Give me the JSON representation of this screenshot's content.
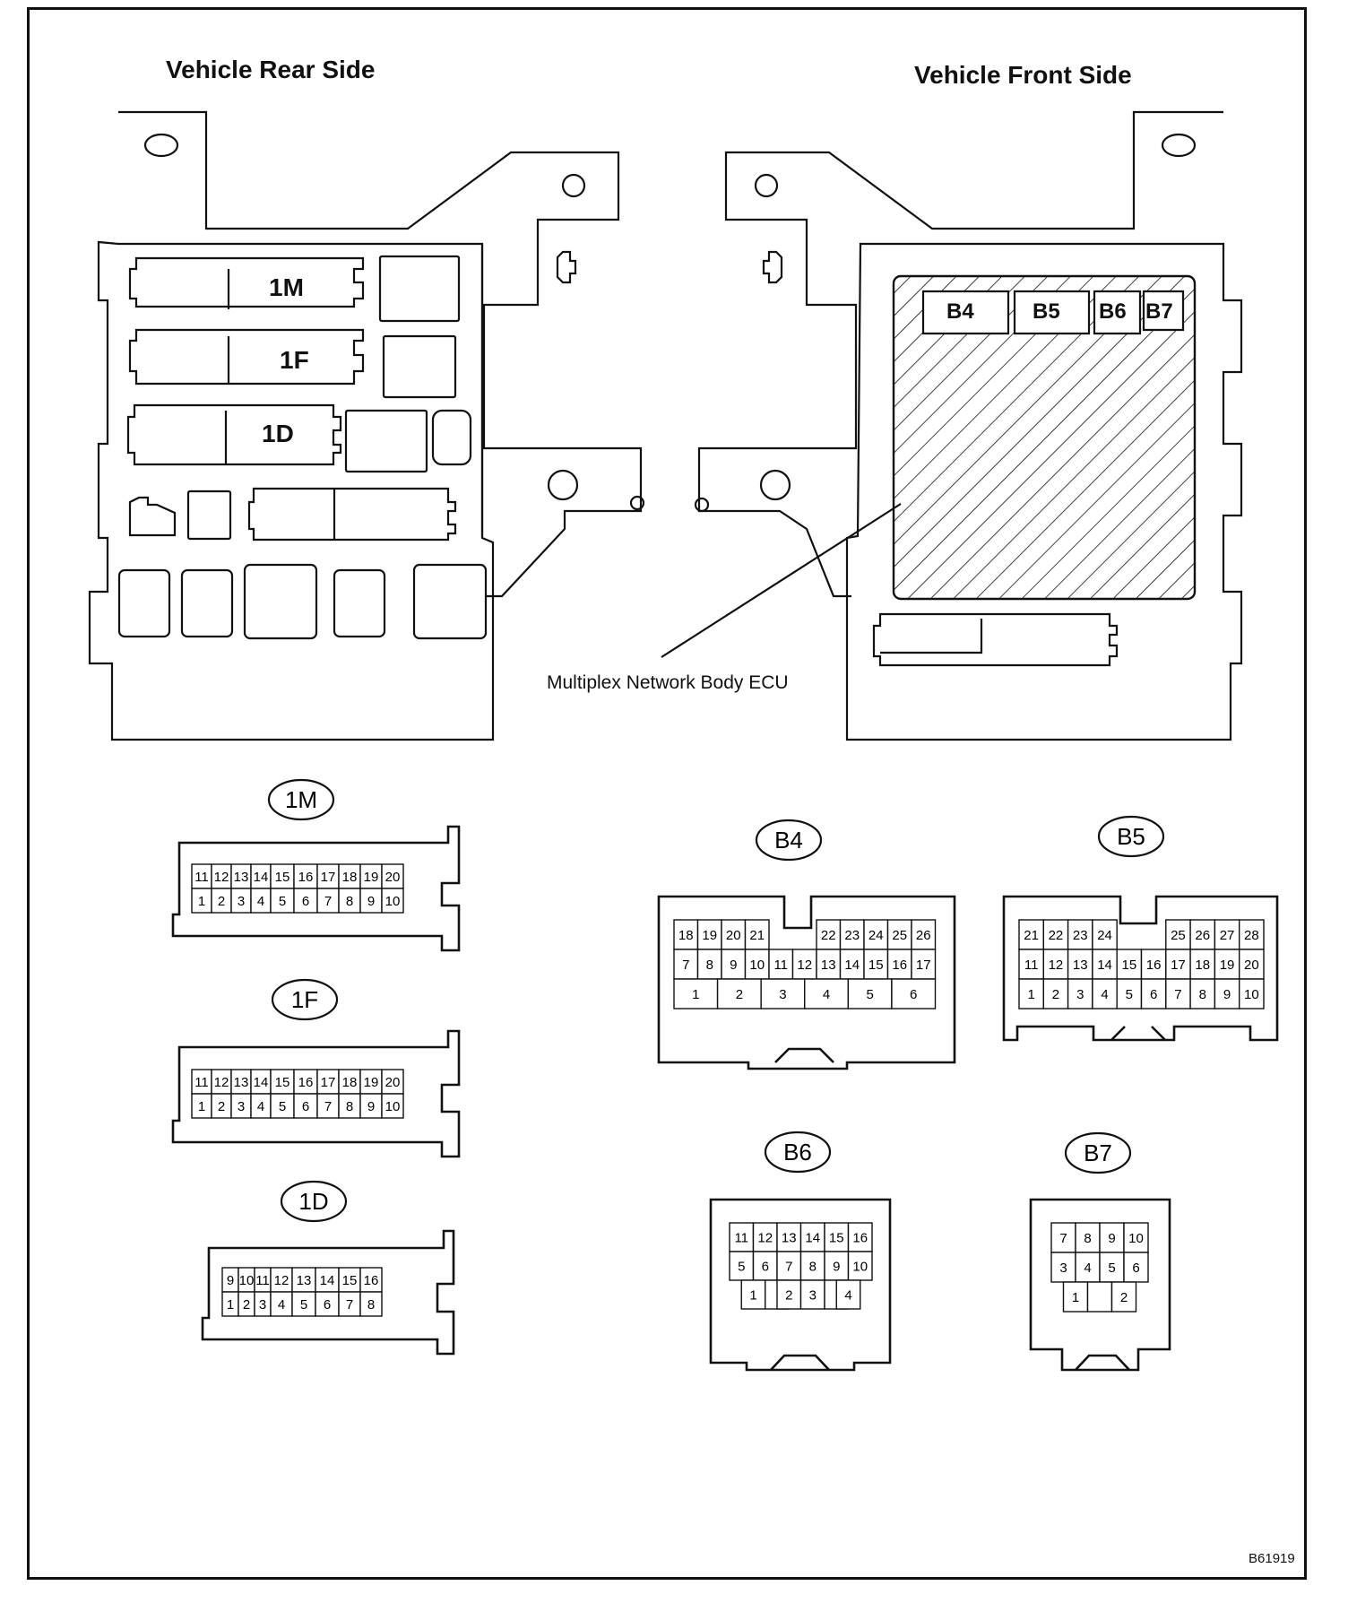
{
  "headings": {
    "rear": "Vehicle Rear Side",
    "front": "Vehicle Front Side"
  },
  "ecu_label": "Multiplex Network Body ECU",
  "figure_code": "B61919",
  "block_labels": {
    "1M": "1M",
    "1F": "1F",
    "1D": "1D",
    "B4": "B4",
    "B5": "B5",
    "B6": "B6",
    "B7": "B7"
  },
  "connectors": [
    {
      "id": "1M",
      "label": "1M",
      "rows": [
        [
          "11",
          "12",
          "13",
          "14",
          "15",
          "16",
          "17",
          "18",
          "19",
          "20"
        ],
        [
          "1",
          "2",
          "3",
          "4",
          "5",
          "6",
          "7",
          "8",
          "9",
          "10"
        ]
      ]
    },
    {
      "id": "1F",
      "label": "1F",
      "rows": [
        [
          "11",
          "12",
          "13",
          "14",
          "15",
          "16",
          "17",
          "18",
          "19",
          "20"
        ],
        [
          "1",
          "2",
          "3",
          "4",
          "5",
          "6",
          "7",
          "8",
          "9",
          "10"
        ]
      ]
    },
    {
      "id": "1D",
      "label": "1D",
      "rows": [
        [
          "9",
          "10",
          "11",
          "12",
          "13",
          "14",
          "15",
          "16"
        ],
        [
          "1",
          "2",
          "3",
          "4",
          "5",
          "6",
          "7",
          "8"
        ]
      ]
    },
    {
      "id": "B4",
      "label": "B4",
      "rows": [
        [
          "18",
          "19",
          "20",
          "21",
          "",
          "22",
          "23",
          "24",
          "25",
          "26"
        ],
        [
          "7",
          "8",
          "9",
          "10",
          "11",
          "12",
          "13",
          "14",
          "15",
          "16",
          "17"
        ],
        [
          "1",
          "2",
          "3",
          "4",
          "5",
          "6"
        ]
      ]
    },
    {
      "id": "B5",
      "label": "B5",
      "rows": [
        [
          "21",
          "22",
          "23",
          "24",
          "",
          "25",
          "26",
          "27",
          "28"
        ],
        [
          "11",
          "12",
          "13",
          "14",
          "15",
          "16",
          "17",
          "18",
          "19",
          "20"
        ],
        [
          "1",
          "2",
          "3",
          "4",
          "5",
          "6",
          "7",
          "8",
          "9",
          "10"
        ]
      ]
    },
    {
      "id": "B6",
      "label": "B6",
      "rows": [
        [
          "11",
          "12",
          "13",
          "14",
          "15",
          "16"
        ],
        [
          "5",
          "6",
          "7",
          "8",
          "9",
          "10"
        ],
        [
          "1",
          "",
          "2",
          "3",
          "",
          "4"
        ]
      ]
    },
    {
      "id": "B7",
      "label": "B7",
      "rows": [
        [
          "7",
          "8",
          "9",
          "10"
        ],
        [
          "3",
          "4",
          "5",
          "6"
        ],
        [
          "1",
          "",
          "2"
        ]
      ]
    }
  ]
}
